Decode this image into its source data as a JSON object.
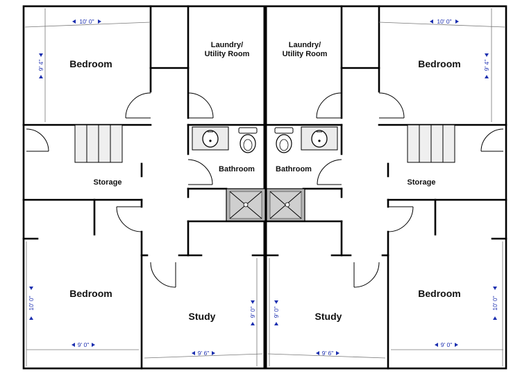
{
  "rooms": {
    "bedroom_top_left": "Bedroom",
    "bedroom_top_right": "Bedroom",
    "bedroom_bottom_left": "Bedroom",
    "bedroom_bottom_right": "Bedroom",
    "laundry_left_line1": "Laundry/",
    "laundry_left_line2": "Utility Room",
    "laundry_right_line1": "Laundry/",
    "laundry_right_line2": "Utility Room",
    "bathroom_left": "Bathroom",
    "bathroom_right": "Bathroom",
    "storage_left": "Storage",
    "storage_right": "Storage",
    "study_left": "Study",
    "study_right": "Study"
  },
  "dimensions": {
    "top_left_width": "10' 0\"",
    "top_left_height": "9' 4\"",
    "top_right_width": "10' 0\"",
    "top_right_height": "9' 4\"",
    "bottom_left_width": "9' 0\"",
    "bottom_left_height": "10' 0\"",
    "bottom_right_width": "9' 0\"",
    "bottom_right_height": "10' 0\"",
    "study_left_width": "9' 6\"",
    "study_left_height": "9' 0\"",
    "study_right_width": "9' 6\"",
    "study_right_height": "9' 0\""
  }
}
